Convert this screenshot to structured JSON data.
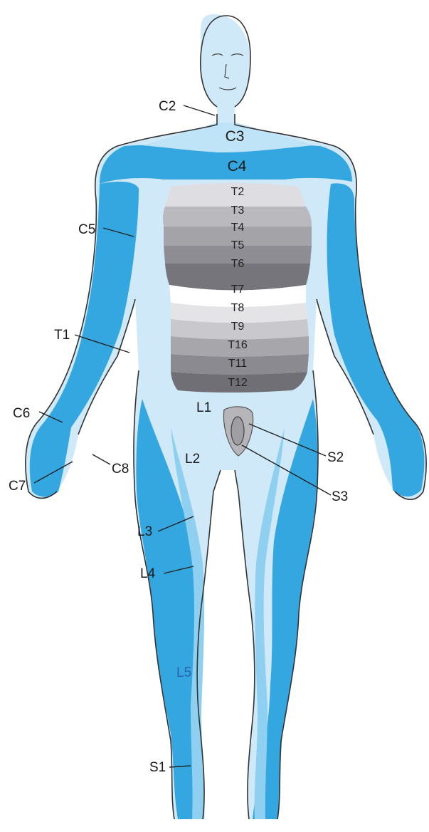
{
  "colors": {
    "dark_blue": "#35a7e0",
    "light_blue": "#cfe9f8",
    "mid_blue": "#8fd0f0",
    "band_light": "#d8d8dc",
    "band_mid": "#a9a9ae",
    "band_dark": "#6e6e74",
    "band_white": "#ffffff"
  },
  "labels": {
    "c2": "C2",
    "c3": "C3",
    "c4": "C4",
    "c5": "C5",
    "c6": "C6",
    "c7": "C7",
    "c8": "C8",
    "t1": "T1",
    "t2": "T2",
    "t3": "T3",
    "t4": "T4",
    "t5": "T5",
    "t6": "T6",
    "t7": "T7",
    "t8": "T8",
    "t9": "T9",
    "t10": "T16",
    "t11": "T11",
    "t12": "T12",
    "l1": "L1",
    "l2": "L2",
    "l3": "L3",
    "l4": "L4",
    "l5": "L5",
    "s1": "S1",
    "s2": "S2",
    "s3": "S3"
  }
}
